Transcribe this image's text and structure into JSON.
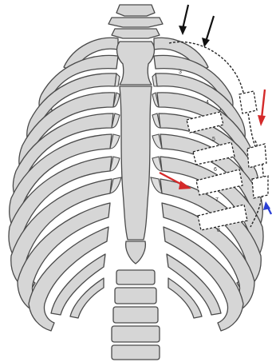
{
  "figure": {
    "rib_numbers": [
      "3",
      "4",
      "5",
      "6",
      "7",
      "8"
    ]
  },
  "colors": {
    "bone_fill": "#d6d6d6",
    "bone_outline": "#4a4a4a",
    "arrow_black": "#111111",
    "arrow_red": "#d42a2a",
    "arrow_blue": "#2a3fd4"
  },
  "icons": {
    "arrows": [
      "black-arrow-icon",
      "black-arrow-icon",
      "red-arrow-icon",
      "red-arrow-icon",
      "blue-arrow-icon"
    ]
  }
}
